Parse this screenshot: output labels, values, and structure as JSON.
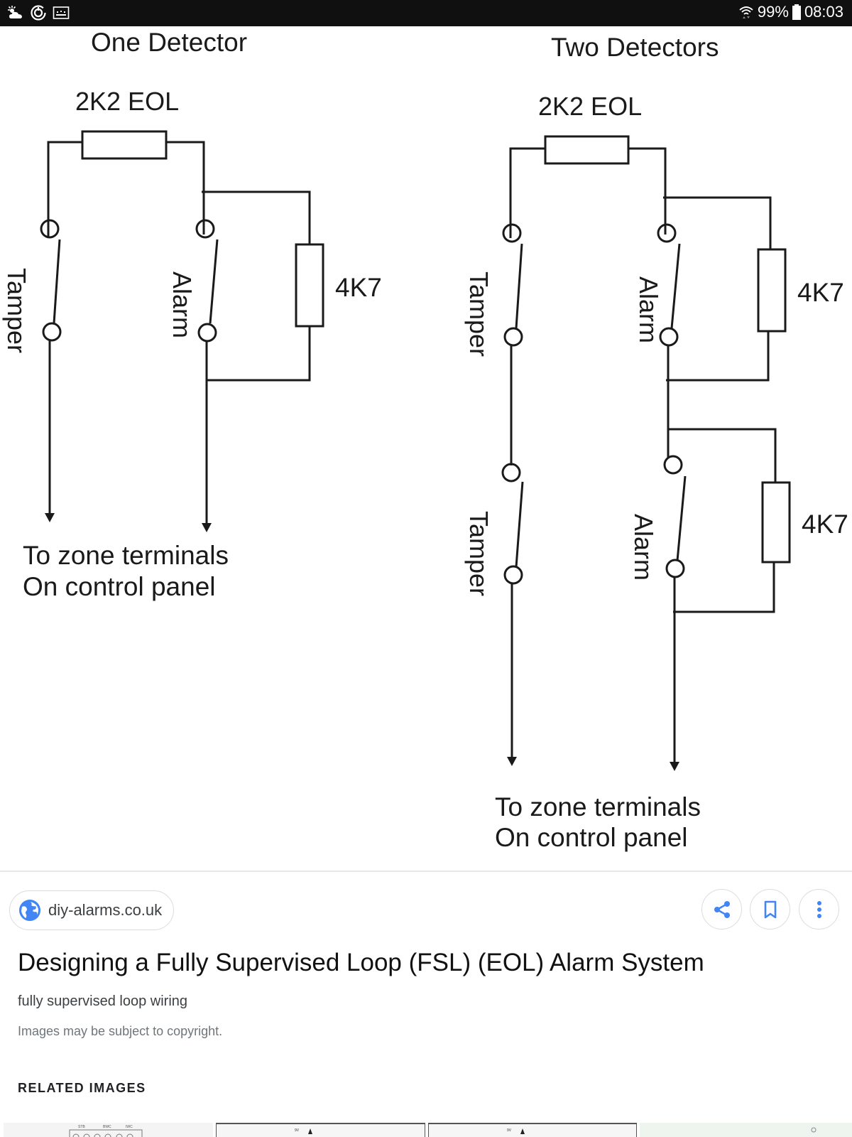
{
  "status_bar": {
    "left_icons": [
      "weather-partly-cloudy-icon",
      "sync-icon",
      "keyboard-icon"
    ],
    "wifi_icon": "wifi-icon",
    "battery_percent": "99%",
    "battery_icon": "battery-icon",
    "time": "08:03"
  },
  "diagram": {
    "one_detector": {
      "title": "One Detector",
      "eol_label": "2K2 EOL",
      "tamper_label": "Tamper",
      "alarm_label": "Alarm",
      "resistor_label": "4K7",
      "footer_line1": "To zone terminals",
      "footer_line2": "On control panel"
    },
    "two_detectors": {
      "title": "Two Detectors",
      "eol_label": "2K2 EOL",
      "tamper1_label": "Tamper",
      "alarm1_label": "Alarm",
      "resistor1_label": "4K7",
      "tamper2_label": "Tamper",
      "alarm2_label": "Alarm",
      "resistor2_label": "4K7",
      "footer_line1": "To zone terminals",
      "footer_line2": "On control panel"
    }
  },
  "result": {
    "source": "diy-alarms.co.uk",
    "source_icon": "globe-icon",
    "actions": [
      {
        "name": "share",
        "icon": "share-icon"
      },
      {
        "name": "save",
        "icon": "bookmark-icon"
      },
      {
        "name": "more",
        "icon": "more-vert-icon"
      }
    ],
    "title": "Designing a Fully Supervised Loop (FSL) (EOL) Alarm System",
    "subtitle": "fully supervised loop wiring",
    "copyright": "Images may be subject to copyright."
  },
  "related": {
    "heading": "RELATED IMAGES",
    "thumbnails": [
      "related-image-1",
      "related-image-2",
      "related-image-3",
      "related-image-4"
    ]
  },
  "colors": {
    "accent": "#4285f4",
    "statusbar_bg": "#101010"
  }
}
